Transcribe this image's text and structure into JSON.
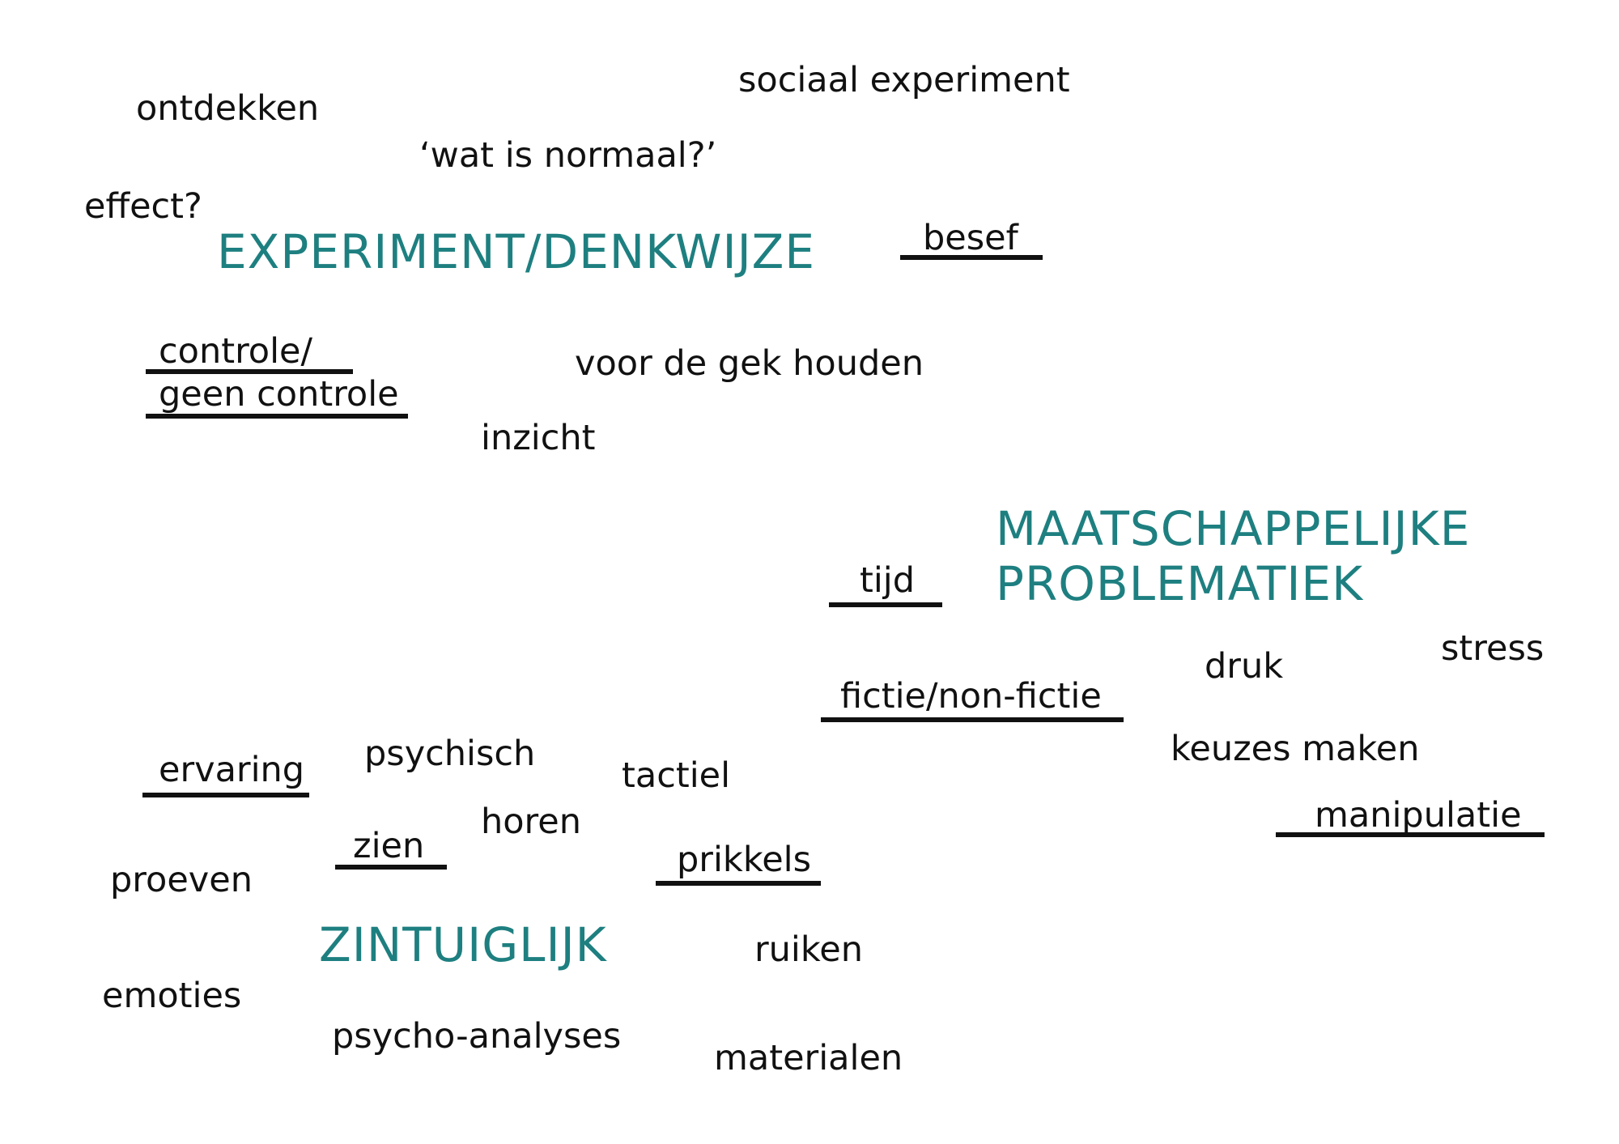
{
  "headings": {
    "experiment": "EXPERIMENT/DENKWIJZE",
    "maatschappelijk": [
      "MAATSCHAPPELIJKE",
      "PROBLEMATIEK"
    ],
    "zintuiglijk": "ZINTUIGLIJK"
  },
  "terms": {
    "ontdekken": "ontdekken",
    "sociaal_experiment": "sociaal experiment",
    "wat_is_normaal": "‘wat is normaal?’",
    "effect": "effect?",
    "besef": "besef",
    "controle": "controle/",
    "geen_controle": "geen controle",
    "voor_de_gek_houden": "voor de gek houden",
    "inzicht": "inzicht",
    "tijd": "tijd",
    "stress": "stress",
    "druk": "druk",
    "fictie": "fictie/non-fictie",
    "keuzes_maken": "keuzes maken",
    "manipulatie": "manipulatie",
    "ervaring": "ervaring",
    "psychisch": "psychisch",
    "tactiel": "tactiel",
    "horen": "horen",
    "zien": "zien",
    "prikkels": "prikkels",
    "proeven": "proeven",
    "ruiken": "ruiken",
    "emoties": "emoties",
    "psycho_analyses": "psycho-analyses",
    "materialen": "materialen"
  },
  "colors": {
    "heading": "#1e7f80",
    "term": "#111111"
  }
}
